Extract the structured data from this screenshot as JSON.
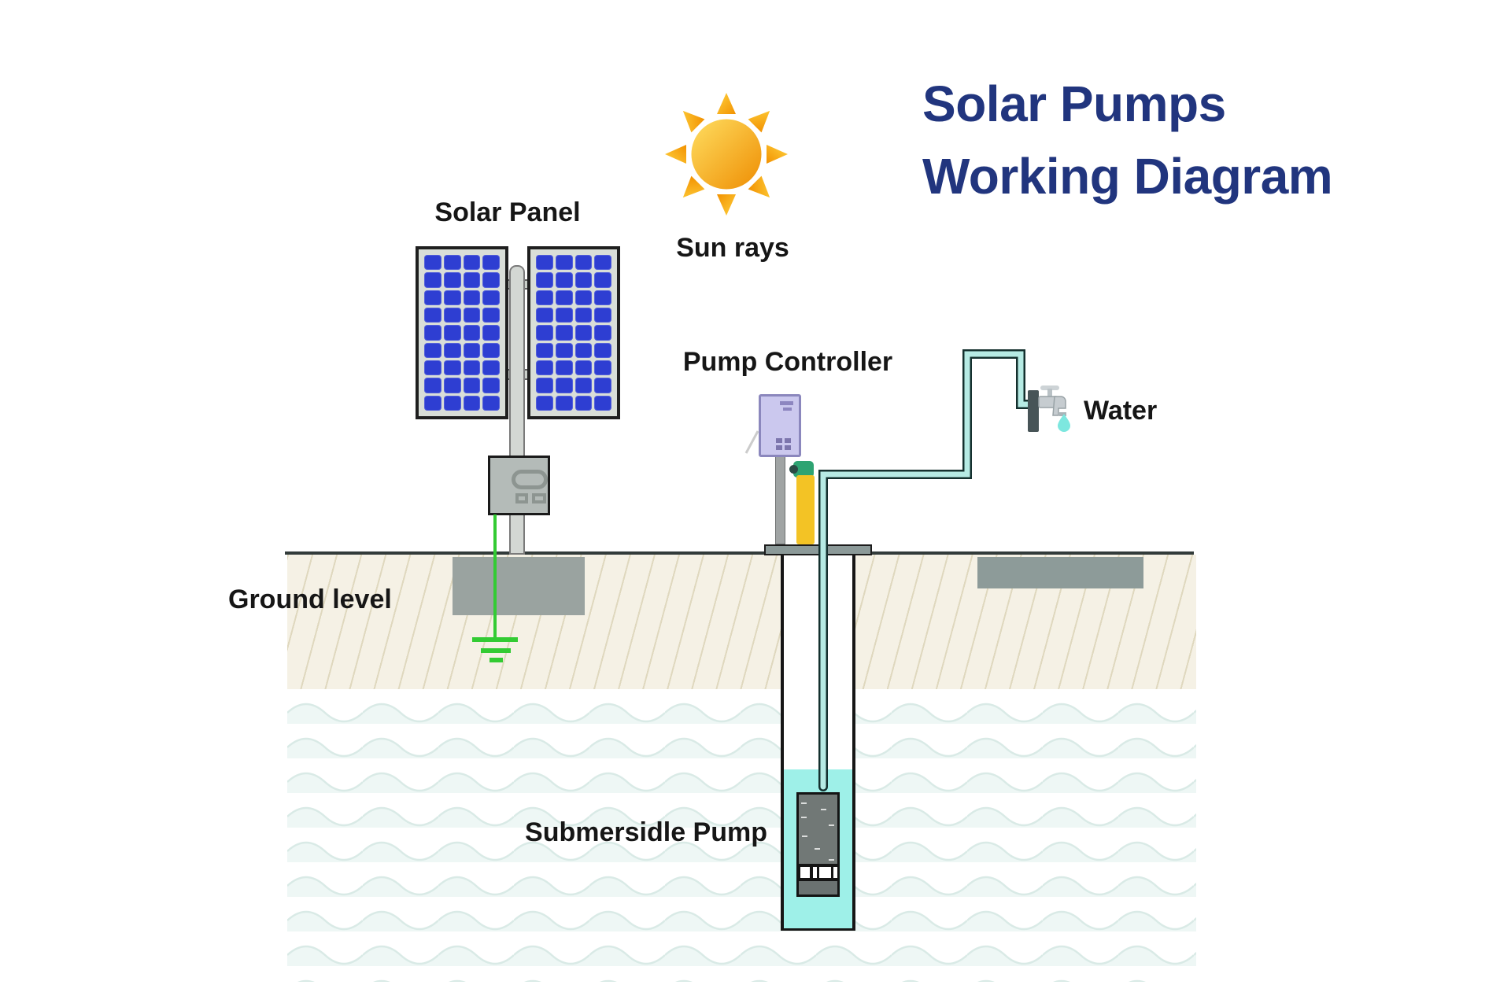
{
  "title": {
    "line1": "Solar Pumps",
    "line2": "Working Diagram"
  },
  "labels": {
    "solar_panel": "Solar Panel",
    "sun_rays": "Sun rays",
    "pump_controller": "Pump Controller",
    "water": "Water",
    "ground_level": "Ground level",
    "submersible_pump": "Submersidle Pump"
  },
  "icons": {
    "sun": "sun-icon",
    "faucet": "faucet-icon",
    "water_drop": "water-drop-icon",
    "earth_ground": "ground-symbol-icon"
  },
  "colors": {
    "title_navy": "#21357e",
    "label_black": "#161616",
    "panel_blue": "#2e3ed2",
    "panel_frame": "#1f1f1f",
    "pole_gray": "#d3d7d3",
    "pipe_fill_teal": "#b6ebe4",
    "pipe_border": "#14302e",
    "well_water_cyan": "#9ef0e8",
    "wire_green": "#33cb33",
    "sun_yellow": "#ffe063",
    "sun_orange": "#ee8b00",
    "soil_cream": "#f5f1e5",
    "concrete_gray": "#9aa3a0",
    "controller_lavender": "#cbc8ee",
    "cylinder_yellow": "#f3c325",
    "cap_green": "#2ea372",
    "pump_gray": "#717876"
  }
}
